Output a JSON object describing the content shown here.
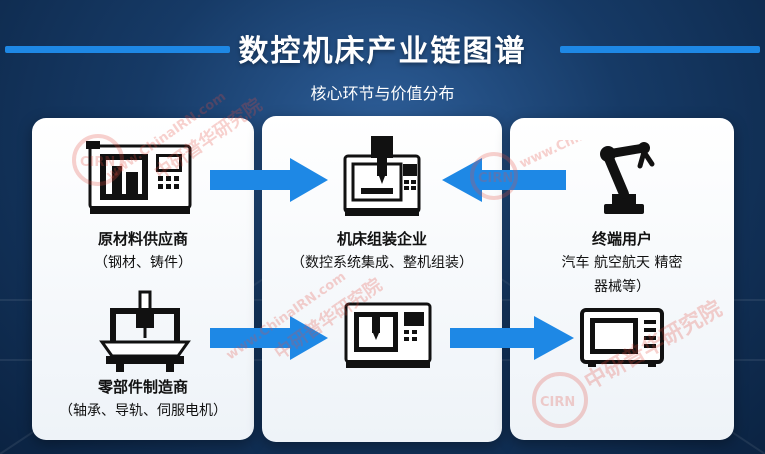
{
  "header": {
    "title": "数控机床产业链图谱",
    "subtitle": "核心环节与价值分布"
  },
  "nodes": {
    "raw_materials": {
      "label": "原材料供应商",
      "detail": "（钢材、铸件）"
    },
    "assembly": {
      "label": "机床组装企业",
      "detail": "（数控系统集成、整机组装）"
    },
    "end_users": {
      "label": "终端用户",
      "detail_line1": "汽车 航空航天 精密",
      "detail_line2": "器械等）"
    },
    "components": {
      "label": "零部件制造商",
      "detail": "（轴承、导轨、伺服电机）"
    }
  },
  "watermark": {
    "logo": "CIRN",
    "name": "中研普华研究院",
    "url": "www.ChinaIRN.com"
  },
  "colors": {
    "arrow": "#1e88e5",
    "background": "#163a66",
    "watermark": "#e34b3f"
  },
  "icons": [
    "cnc-machine-icon",
    "vertical-mill-icon",
    "robot-arm-icon",
    "engraving-machine-icon",
    "machining-center-icon",
    "microwave-oven-icon",
    "arrow-right-icon",
    "arrow-left-icon"
  ]
}
